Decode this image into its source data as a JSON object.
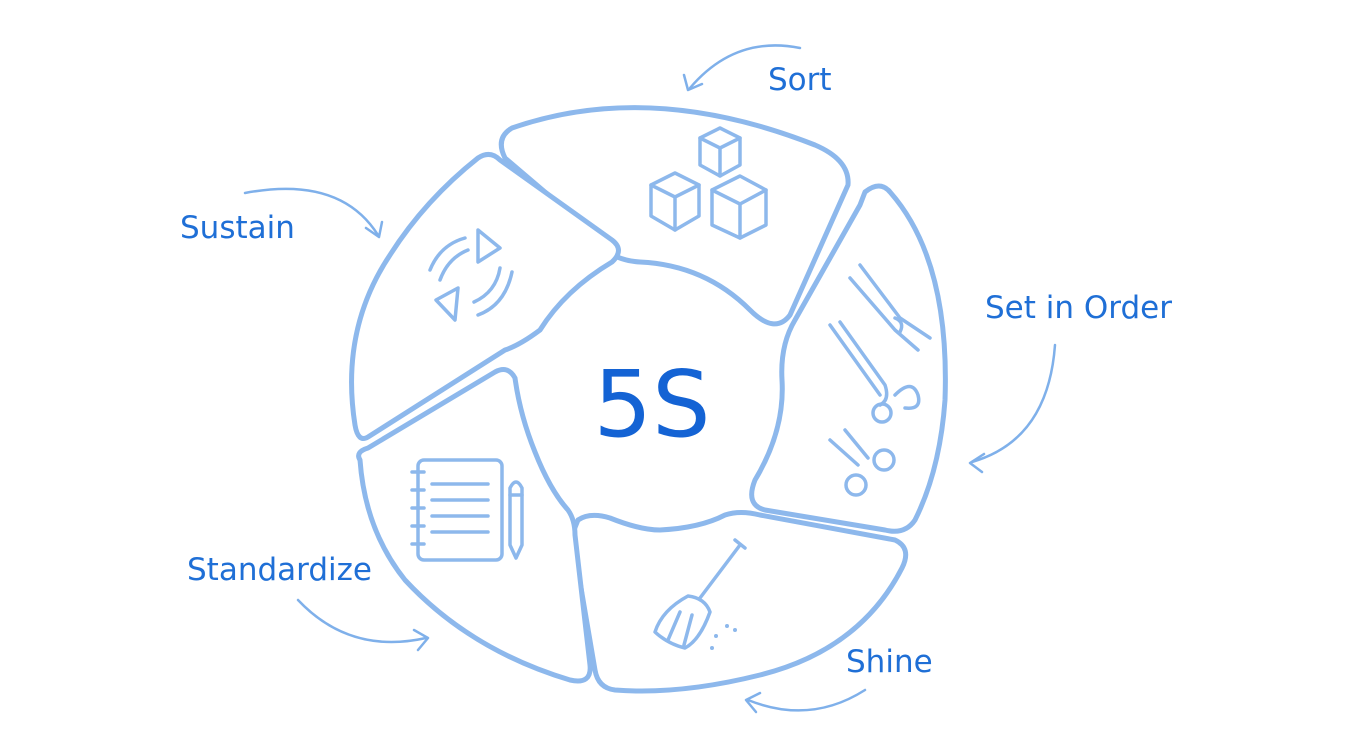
{
  "diagram": {
    "center_title": "5S",
    "steps": [
      {
        "label": "Sort",
        "icon": "cubes-icon"
      },
      {
        "label": "Set in Order",
        "icon": "tools-icon"
      },
      {
        "label": "Shine",
        "icon": "broom-icon"
      },
      {
        "label": "Standardize",
        "icon": "notebook-pencil-icon"
      },
      {
        "label": "Sustain",
        "icon": "cycle-arrows-icon"
      }
    ],
    "colors": {
      "outline": "#8db8ec",
      "label_text": "#1f6fd6",
      "center_text": "#1463d4"
    }
  }
}
